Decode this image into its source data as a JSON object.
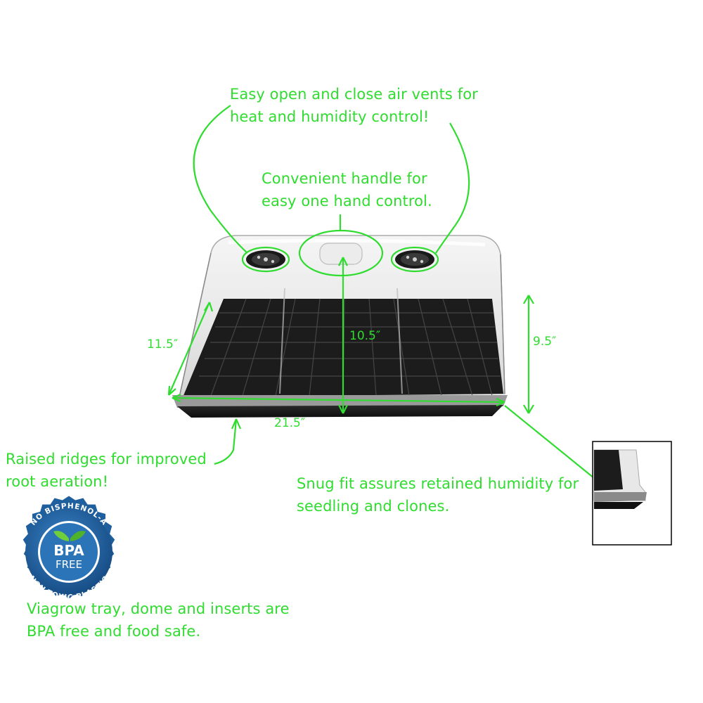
{
  "callouts": {
    "vents": {
      "line1": "Easy open and close air vents for",
      "line2": "heat and humidity control!"
    },
    "handle": {
      "line1": "Convenient handle for",
      "line2": "easy one hand control."
    },
    "ridges": {
      "line1": "Raised ridges for improved",
      "line2": "root aeration!"
    },
    "snug_fit": {
      "line1": "Snug fit assures retained humidity for",
      "line2": "seedling and clones."
    },
    "bpa_note": {
      "line1": "Viagrow tray, dome and inserts are",
      "line2": "BPA free and food safe."
    }
  },
  "dimensions": {
    "depth": "11.5″",
    "height_inner": "10.5″",
    "height_outer": "9.5″",
    "width": "21.5″"
  },
  "badge": {
    "top_arc": "NO BISPHENOL-A",
    "bottom_arc": "NON-TOXIC PLASTIC",
    "center_top": "BPA",
    "center_bottom": "FREE"
  },
  "colors": {
    "accent_green": "#2fdc2f",
    "badge_blue": "#1f5f9e",
    "tray_black": "#1a1a1a"
  },
  "icons": [
    "vent-icon",
    "handle-icon",
    "seal-badge-icon"
  ]
}
